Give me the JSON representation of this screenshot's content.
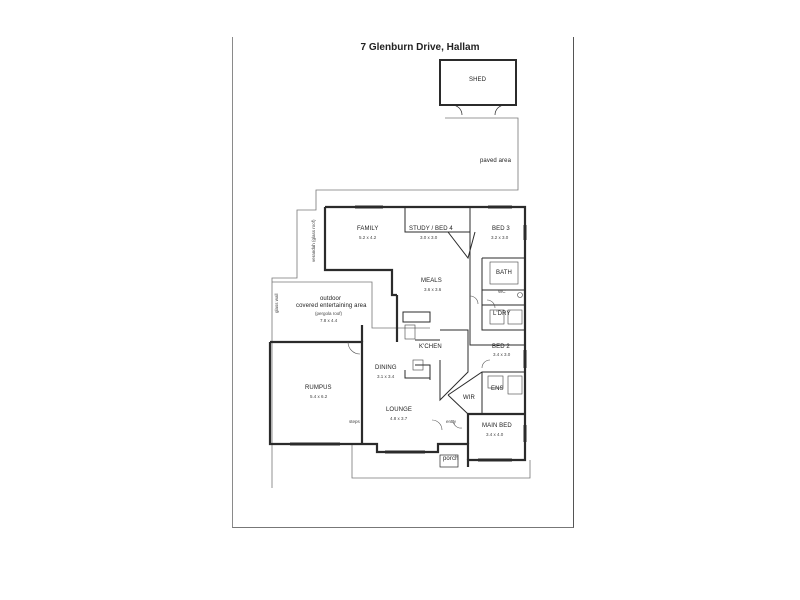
{
  "title": "7 Glenburn Drive, Hallam",
  "rooms": {
    "shed": "SHED",
    "paved": "paved area",
    "family": {
      "name": "FAMILY",
      "size": "5.2 x 4.2"
    },
    "study": {
      "name": "STUDY / BED 4",
      "size": "3.0 x 3.0"
    },
    "bed3_top": {
      "name": "BED 3",
      "size": "3.2 x 3.0"
    },
    "bath": "BATH",
    "wc": "WC",
    "ldry": "L'DRY",
    "meals": {
      "name": "MEALS",
      "size": "3.6 x 3.6"
    },
    "outdoor": {
      "line1": "outdoor",
      "line2": "covered entertaining area",
      "line3": "(pergola roof)",
      "size": "7.8 x 4.4"
    },
    "verandah": "verandah (glass roof)",
    "glass_wall": "glass wall",
    "kitchen": "K'CHEN",
    "bed2": {
      "name": "BED 2",
      "size": "3.4 x 3.0"
    },
    "rumpus": {
      "name": "RUMPUS",
      "size": "5.4 x 6.2"
    },
    "dining": {
      "name": "DINING",
      "size": "3.1 x 3.4"
    },
    "ens": "ENS",
    "wir": "WIR",
    "lounge": {
      "name": "LOUNGE",
      "size": "4.8 x 3.7"
    },
    "entry": "entry",
    "main_bed": {
      "name": "MAIN BED",
      "size": "3.4 x 4.0"
    },
    "porch": "porch",
    "steps": "steps"
  },
  "colors": {
    "wall": "#2b2b2b",
    "thin": "#777777",
    "border": "#8a8a8a"
  }
}
